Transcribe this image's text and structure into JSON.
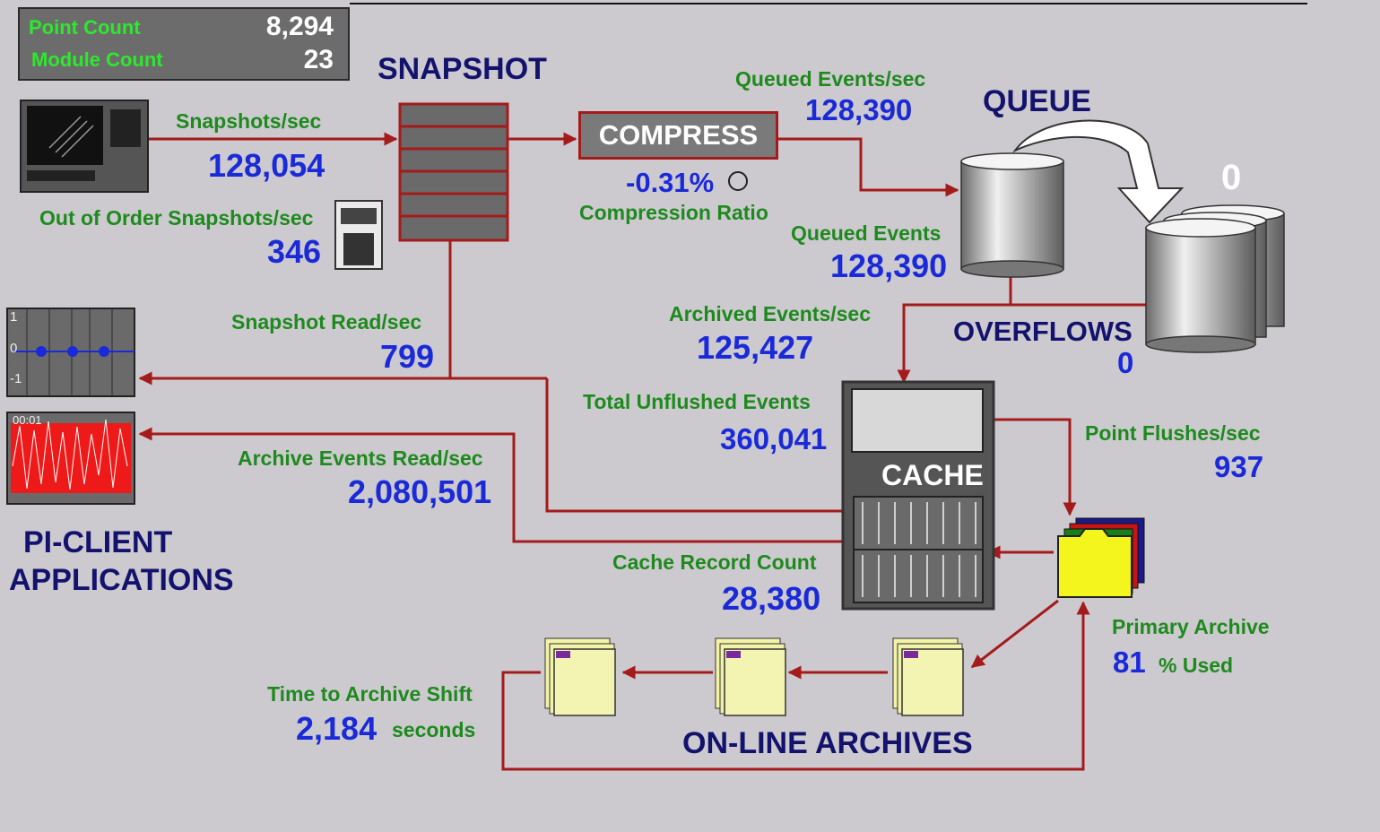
{
  "counts": {
    "point_label": "Point Count",
    "point_value": "8,294",
    "module_label": "Module Count",
    "module_value": "23"
  },
  "snapshot": {
    "title": "SNAPSHOT",
    "snapshots_label": "Snapshots/sec",
    "snapshots_value": "128,054",
    "ooo_label": "Out of Order Snapshots/sec",
    "ooo_value": "346",
    "read_label": "Snapshot Read/sec",
    "read_value": "799"
  },
  "compress": {
    "button": "COMPRESS",
    "ratio_value": "-0.31%",
    "ratio_label": "Compression Ratio"
  },
  "queue": {
    "title": "QUEUE",
    "queued_rate_label": "Queued Events/sec",
    "queued_rate_value": "128,390",
    "queued_label": "Queued Events",
    "queued_value": "128,390",
    "overflow_count": "0",
    "overflows_label": "OVERFLOWS",
    "overflows_value": "0"
  },
  "cache": {
    "label": "CACHE",
    "archived_label": "Archived Events/sec",
    "archived_value": "125,427",
    "unflushed_label": "Total Unflushed Events",
    "unflushed_value": "360,041",
    "record_label": "Cache Record Count",
    "record_value": "28,380",
    "flush_label": "Point Flushes/sec",
    "flush_value": "937"
  },
  "clients": {
    "title_line1": "PI-CLIENT",
    "title_line2": "APPLICATIONS",
    "archive_read_label": "Archive Events Read/sec",
    "archive_read_value": "2,080,501",
    "trend_axis": [
      "1",
      "0",
      "-1"
    ],
    "trend_time": "00:01"
  },
  "archive": {
    "primary_label": "Primary Archive",
    "primary_used_value": "81",
    "primary_used_label": "% Used",
    "shift_label": "Time to Archive Shift",
    "shift_value": "2,184",
    "shift_unit": "seconds",
    "online_title": "ON-LINE ARCHIVES"
  },
  "colors": {
    "background": "#cdcacf",
    "wire": "#a41b1b",
    "label_green": "#1e8a1e",
    "value_blue": "#1a2ad8",
    "header_navy": "#13136e"
  },
  "icons": [
    "terminal-icon",
    "keypad-icon",
    "cylinder-icon",
    "folder-icon"
  ]
}
